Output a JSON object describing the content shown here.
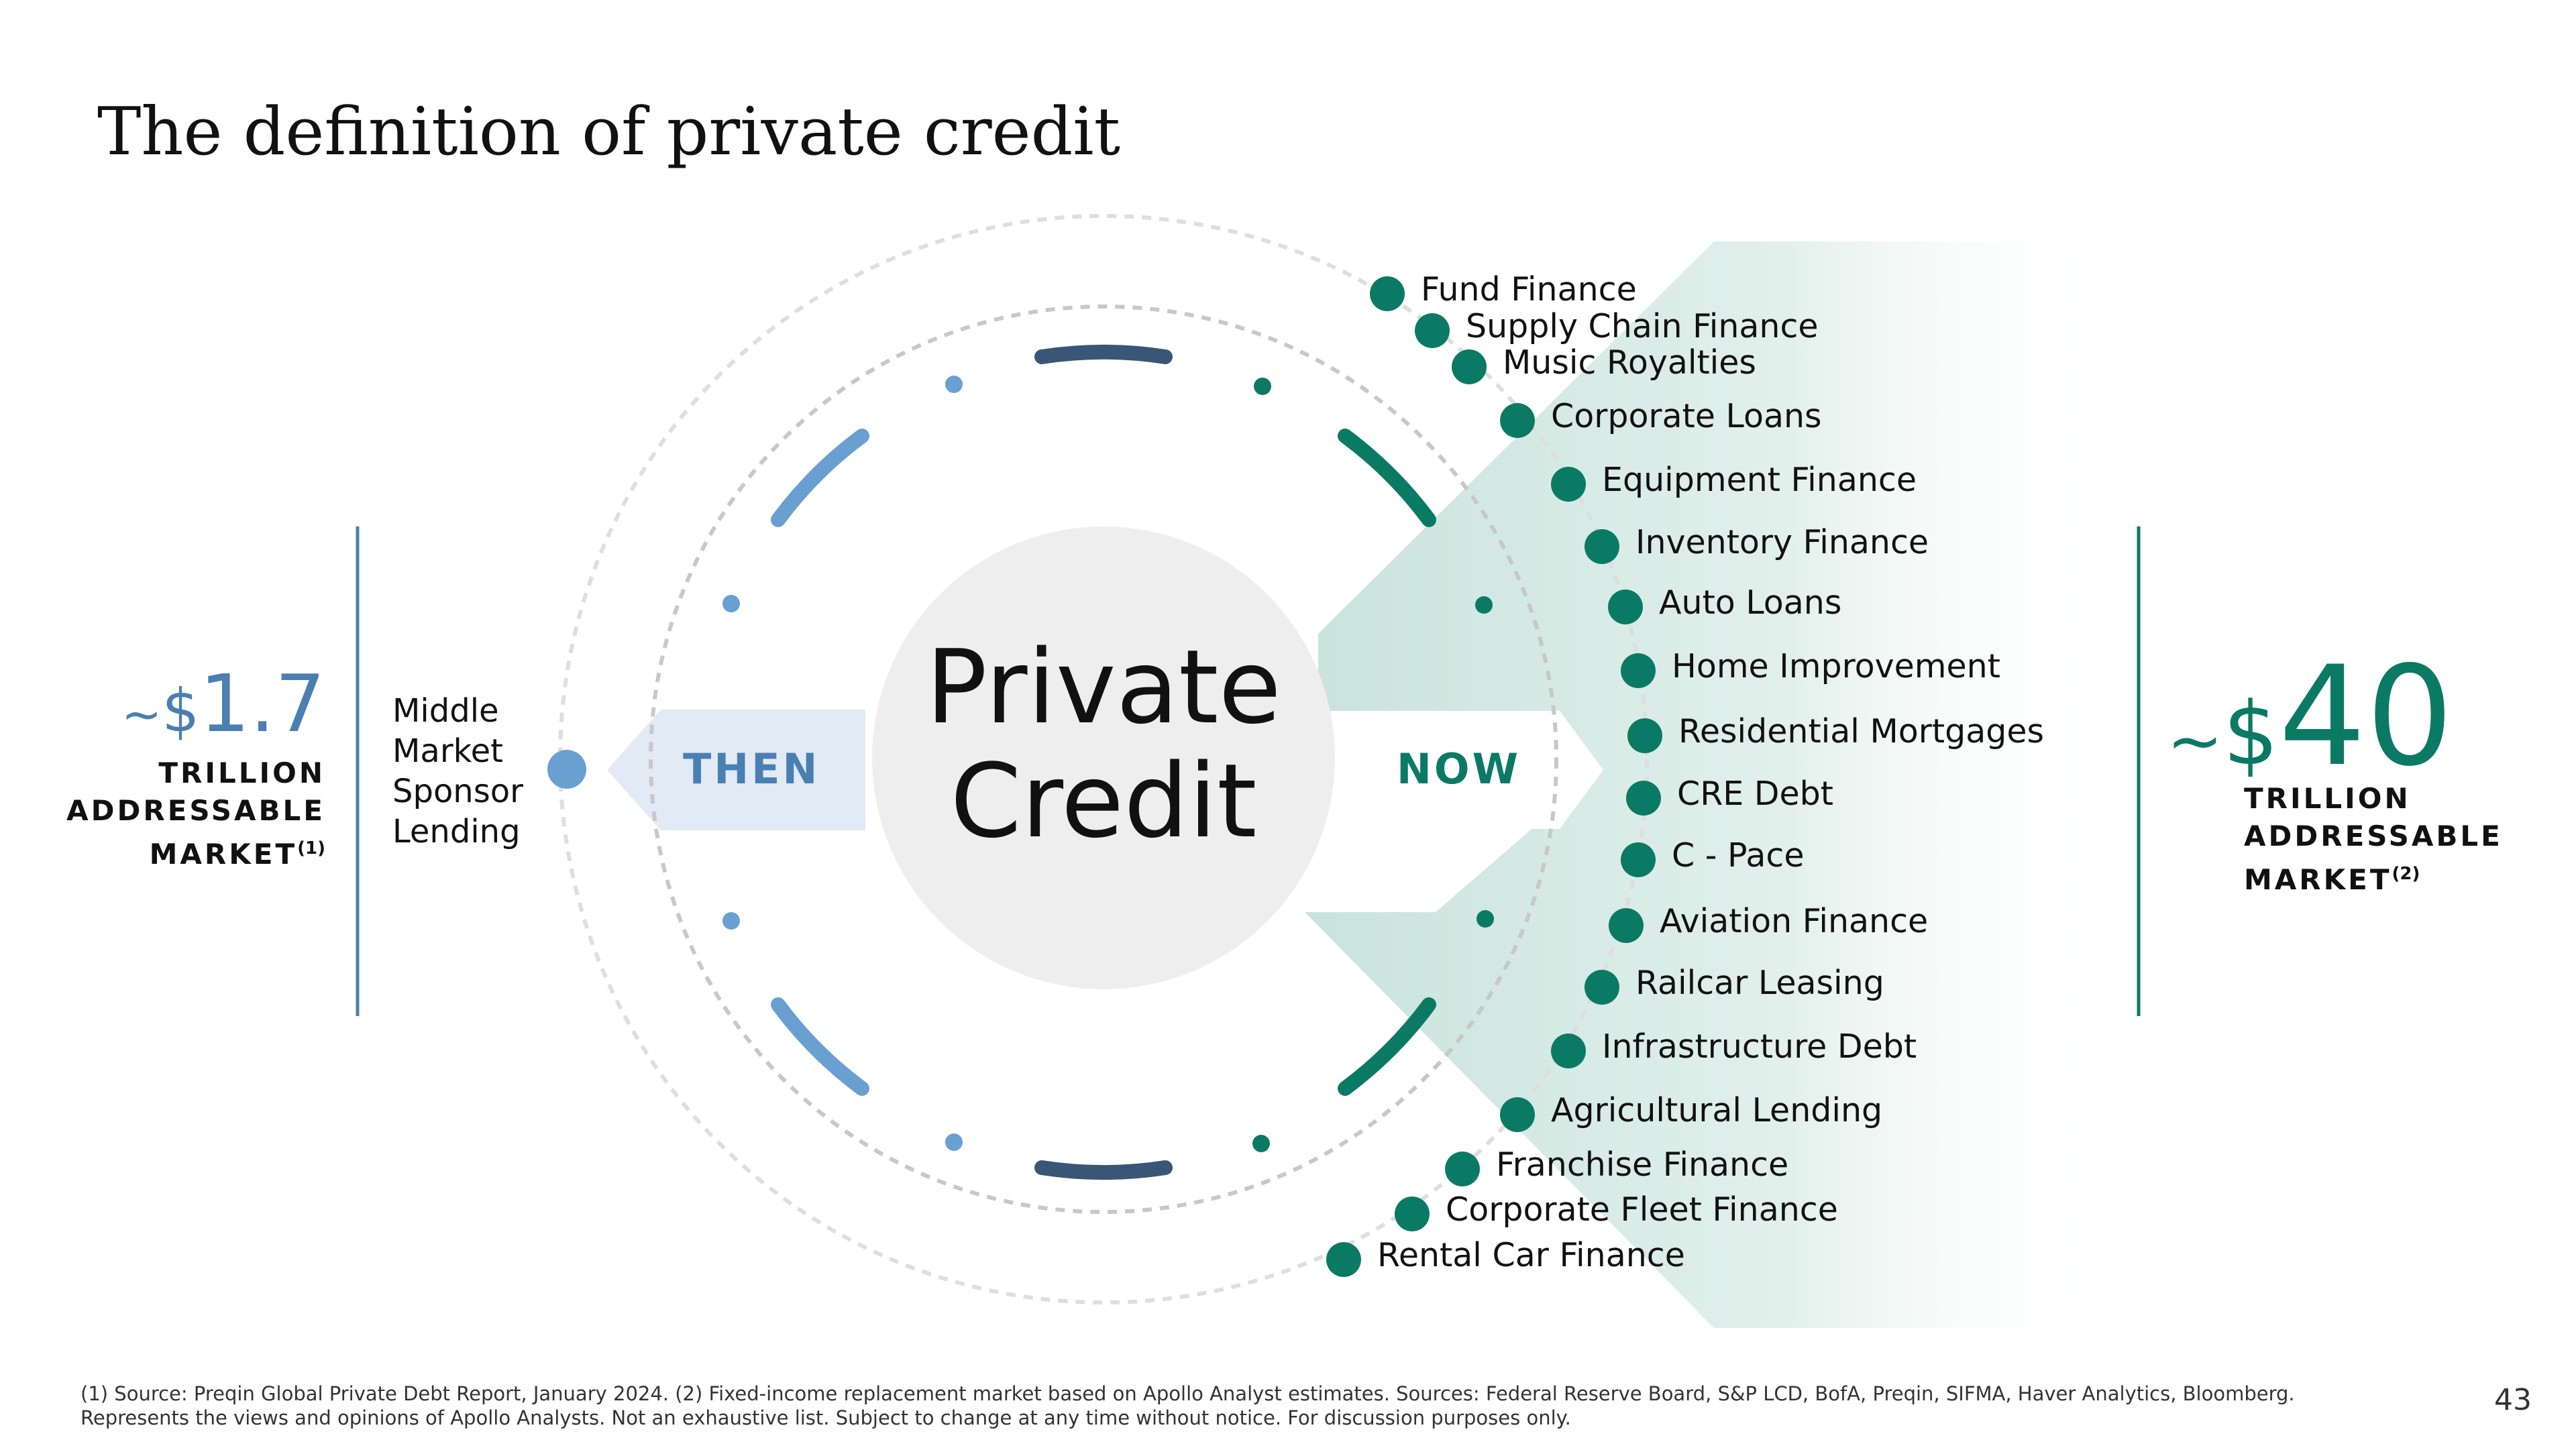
{
  "title": "The definition of private credit",
  "center": {
    "line1": "Private",
    "line2": "Credit"
  },
  "then": {
    "label": "THEN",
    "amount_tilde": "~",
    "amount_dollar": "$",
    "amount_value": "1.7",
    "caption": [
      "TRILLION",
      "ADDRESSABLE",
      "MARKET"
    ],
    "footnote_marker": "(1)",
    "description": [
      "Middle",
      "Market",
      "Sponsor",
      "Lending"
    ]
  },
  "now": {
    "label": "NOW",
    "amount_tilde": "~",
    "amount_dollar": "$",
    "amount_value": "40",
    "caption": [
      "TRILLION",
      "ADDRESSABLE",
      "MARKET"
    ],
    "footnote_marker": "(2)",
    "items": [
      "Fund Finance",
      "Supply Chain Finance",
      "Music Royalties",
      "Corporate Loans",
      "Equipment Finance",
      "Inventory Finance",
      "Auto Loans",
      "Home Improvement",
      "Residential Mortgages",
      "CRE Debt",
      "C - Pace",
      "Aviation Finance",
      "Railcar Leasing",
      "Infrastructure Debt",
      "Agricultural Lending",
      "Franchise Finance",
      "Corporate Fleet Finance",
      "Rental Car Finance"
    ]
  },
  "footnote": {
    "line1": "(1) Source: Preqin Global Private Debt Report, January 2024. (2) Fixed-income replacement market based on Apollo Analyst estimates. Sources: Federal Reserve Board, S&P LCD, BofA, Preqin, SIFMA, Haver Analytics, Bloomberg.",
    "line2": "Represents the views and opinions of Apollo Analysts. Not an exhaustive list. Subject to change at any time without notice. For discussion purposes only."
  },
  "page_number": "43",
  "colors": {
    "blue": "#4a7fb2",
    "light_blue": "#6a9fd2",
    "green": "#0b7a65",
    "navy": "#3a5676",
    "mint": "#cfe6df",
    "then_arrow": "#e1eaf5",
    "center_fill": "#eeeeee",
    "ring": "#c8c8c8"
  }
}
